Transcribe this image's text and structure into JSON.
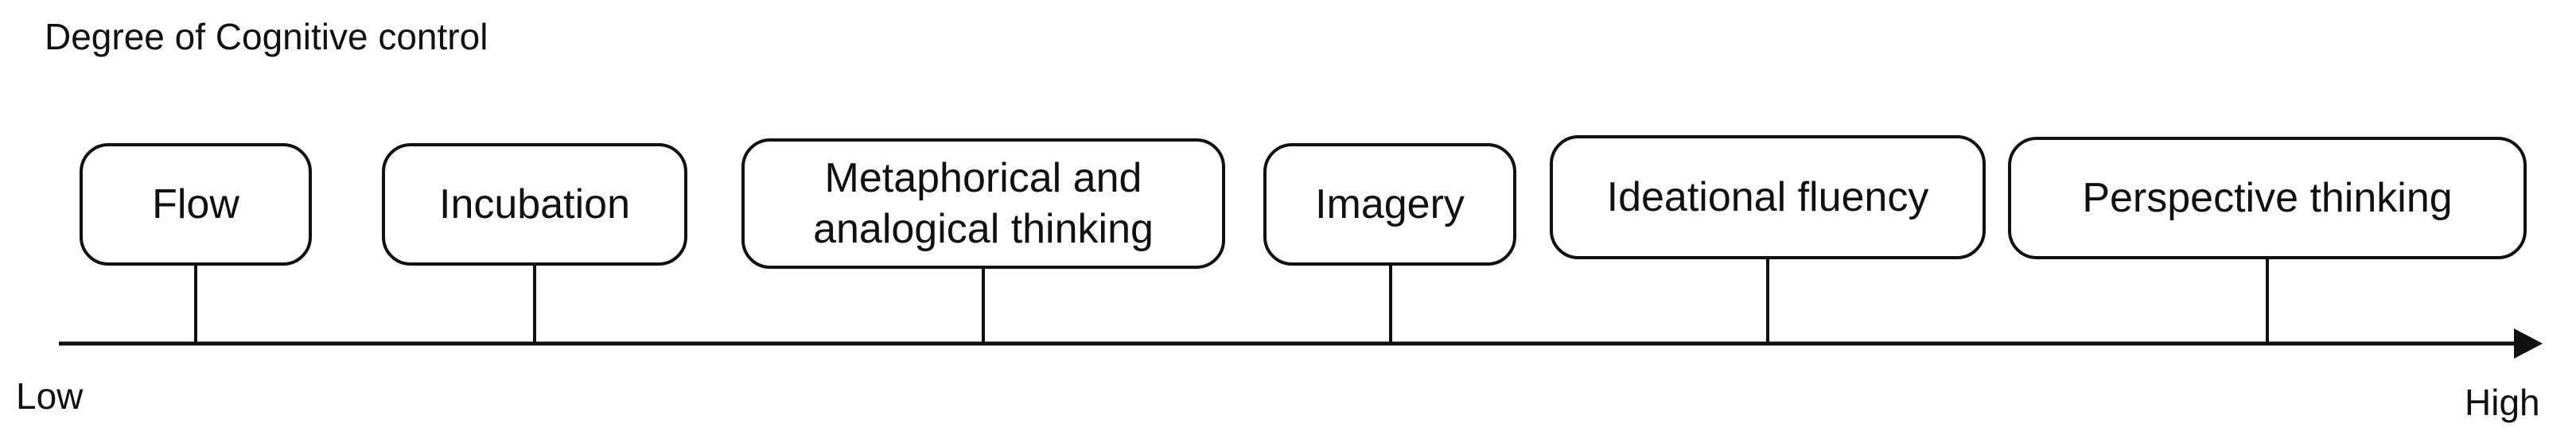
{
  "title": "Degree of Cognitive control",
  "axis": {
    "low_label": "Low",
    "high_label": "High"
  },
  "stages": [
    {
      "label": "Flow"
    },
    {
      "label": "Incubation"
    },
    {
      "label": "Metaphorical and\nanalogical thinking"
    },
    {
      "label": "Imagery"
    },
    {
      "label": "Ideational fluency"
    },
    {
      "label": "Perspective thinking"
    }
  ],
  "colors": {
    "line": "#111111",
    "box_fill": "#ffffff",
    "text": "#111111"
  }
}
